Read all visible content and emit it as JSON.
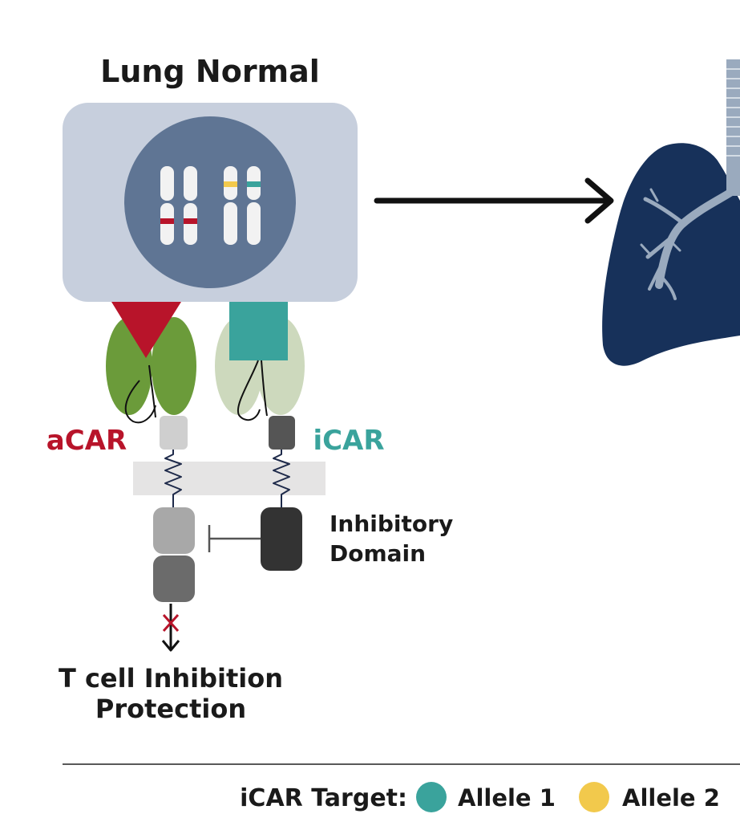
{
  "title": "Lung Normal",
  "receptors": {
    "activating_label": "aCAR",
    "inhibitory_label": "iCAR"
  },
  "inhibitory_domain": {
    "line1": "Inhibitory",
    "line2": "Domain"
  },
  "outcome": {
    "line1": "T cell Inhibition",
    "line2": "Protection"
  },
  "legend": {
    "title": "iCAR Target:",
    "items": [
      {
        "label": "Allele 1",
        "color": "#3aa39c"
      },
      {
        "label": "Allele 2",
        "color": "#f2c94c"
      }
    ]
  },
  "colors": {
    "acar_red": "#b8142a",
    "icar_teal": "#3aa39c",
    "cell_bg": "#c7cfdd",
    "nucleus": "#5f7594",
    "lung": "#17315a",
    "bronchi": "#9aaabe",
    "acar_green": "#6b9b3a",
    "icar_green_light": "#cdd9bd"
  },
  "icons": [
    "chromosome-icon",
    "lung-icon",
    "arrow-right-icon",
    "inhibition-x-icon"
  ]
}
